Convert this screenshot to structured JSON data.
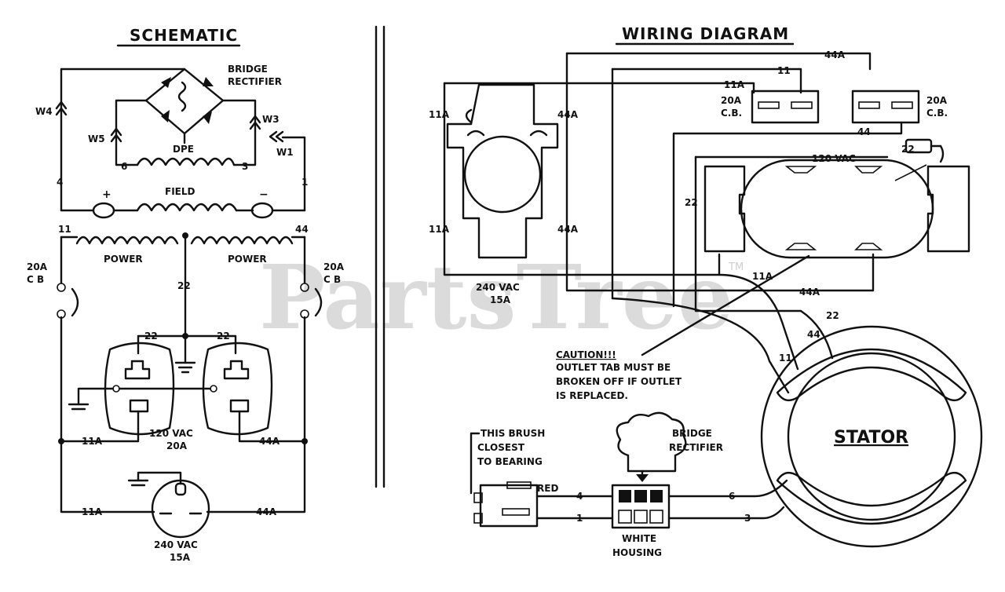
{
  "watermark": {
    "text": "PartsTree",
    "tm": "TM"
  },
  "schematic": {
    "title": "SCHEMATIC",
    "bridge_rectifier_1": "BRIDGE",
    "bridge_rectifier_2": "RECTIFIER",
    "w4": "W4",
    "w5": "W5",
    "w3": "W3",
    "w1": "W1",
    "dpe": "DPE",
    "dpe_left_num": "6",
    "dpe_right_num": "3",
    "field": "FIELD",
    "plus": "+",
    "minus": "−",
    "num_4": "4",
    "num_1": "1",
    "num_11": "11",
    "num_44": "44",
    "power_left": "POWER",
    "power_right": "POWER",
    "cb_left_1": "20A",
    "cb_left_2": "C B",
    "cb_right_1": "20A",
    "cb_right_2": "C B",
    "wire_22_center": "22",
    "wire_22_left": "22",
    "wire_22_right": "22",
    "outlet_11a": "11A",
    "outlet_44a": "44A",
    "outlet_120_1": "120 VAC",
    "outlet_120_2": "20A",
    "bottom_11a": "11A",
    "bottom_44a": "44A",
    "outlet_240_1": "240 VAC",
    "outlet_240_2": "15A"
  },
  "wiring": {
    "title": "WIRING DIAGRAM",
    "top_44a": "44A",
    "top_11a": "11A",
    "num_11": "11",
    "num_44": "44",
    "cb_left_1": "20A",
    "cb_left_2": "C.B.",
    "cb_right_1": "20A",
    "cb_right_2": "C.B.",
    "r240_11a_top": "11A",
    "r240_44a_top": "44A",
    "r240_11a_bot": "11A",
    "r240_44a_bot": "44A",
    "r240_1": "240 VAC",
    "r240_2": "15A",
    "r120": "120 VAC",
    "wire_22_a": "22",
    "wire_22_b": "22",
    "mid_11a": "11A",
    "mid_44a": "44A",
    "stator_11": "11",
    "stator_44": "44",
    "stator_22": "22",
    "caution_1": "CAUTION!!!",
    "caution_2": "OUTLET TAB MUST BE",
    "caution_3": "BROKEN OFF IF OUTLET",
    "caution_4": "IS REPLACED.",
    "brush_1": "THIS BRUSH",
    "brush_2": "CLOSEST",
    "brush_3": "TO BEARING",
    "red": "RED",
    "wire_4": "4",
    "wire_1": "1",
    "wire_6": "6",
    "wire_3": "3",
    "bridge_1": "BRIDGE",
    "bridge_2": "RECTIFIER",
    "white_1": "WHITE",
    "white_2": "HOUSING",
    "stator": "STATOR"
  }
}
